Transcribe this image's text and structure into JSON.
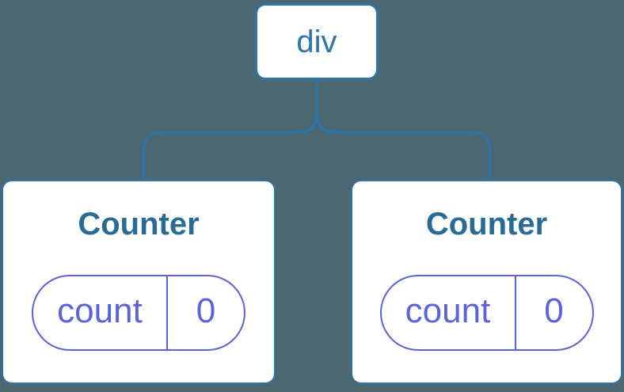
{
  "diagram": {
    "kind": "react-component-tree",
    "root": {
      "label": "div"
    },
    "children": [
      {
        "title": "Counter",
        "state_pill": {
          "name": "count",
          "value": "0"
        }
      },
      {
        "title": "Counter",
        "state_pill": {
          "name": "count",
          "value": "0"
        }
      }
    ]
  },
  "colors": {
    "background": "#4a6772",
    "connector_line": "#2f74a8",
    "node_border": "#2f74a8",
    "node_label_text": "#2f74a8",
    "component_title_text": "#276b96",
    "state_accent": "#5b63d6",
    "card_background": "#ffffff"
  }
}
